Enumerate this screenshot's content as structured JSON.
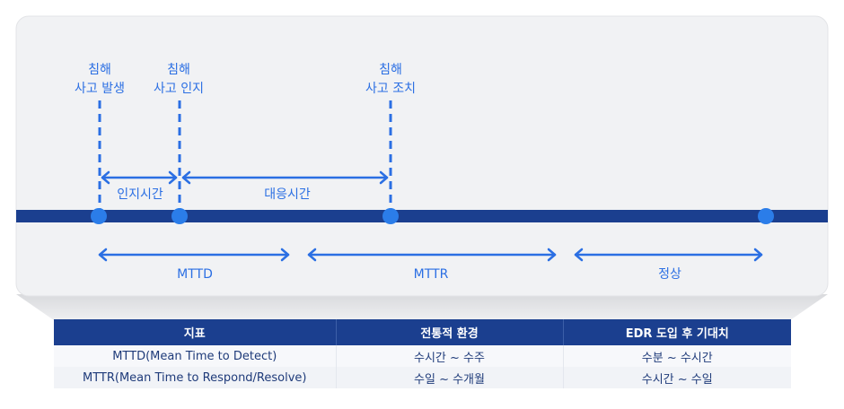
{
  "timeline": {
    "events": [
      {
        "line1": "침해",
        "line2": "사고 발생"
      },
      {
        "line1": "침해",
        "line2": "사고 인지"
      },
      {
        "line1": "침해",
        "line2": "사고 조치"
      }
    ],
    "spans": {
      "recognition": "인지시간",
      "response": "대응시간"
    },
    "phases": {
      "mttd": "MTTD",
      "mttr": "MTTR",
      "normal": "정상"
    }
  },
  "table": {
    "headers": [
      "지표",
      "전통적 환경",
      "EDR 도입 후 기대치"
    ],
    "rows": [
      [
        "MTTD(Mean Time to Detect)",
        "수시간 ~ 수주",
        "수분 ~ 수시간"
      ],
      [
        "MTTR(Mean Time to Respond/Resolve)",
        "수일 ~ 수개월",
        "수시간 ~ 수일"
      ]
    ]
  },
  "colors": {
    "accent": "#2b6fe3",
    "timeline_bar": "#1b3f8f",
    "panel_bg": "#f1f2f4",
    "header_bg": "#1b3f8f"
  }
}
